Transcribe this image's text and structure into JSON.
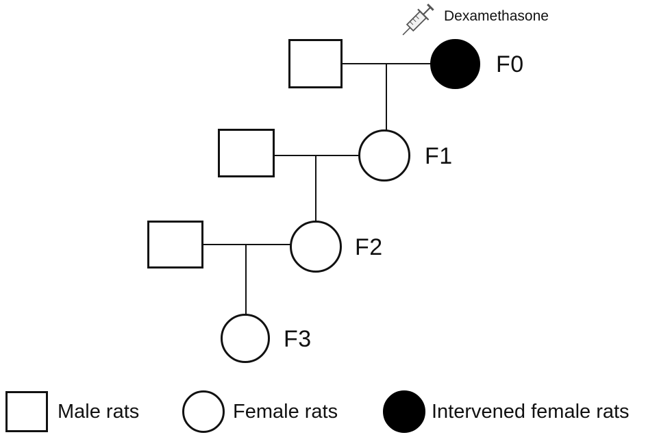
{
  "diagram": {
    "intervention_label": "Dexamethasone",
    "generations": [
      {
        "label": "F0",
        "male_present": true,
        "female_type": "intervened"
      },
      {
        "label": "F1",
        "male_present": true,
        "female_type": "open"
      },
      {
        "label": "F2",
        "male_present": true,
        "female_type": "open"
      },
      {
        "label": "F3",
        "male_present": false,
        "female_type": "open"
      }
    ]
  },
  "legend": {
    "items": [
      {
        "symbol": "open-square",
        "label": "Male rats"
      },
      {
        "symbol": "open-circle",
        "label": "Female rats"
      },
      {
        "symbol": "filled-circle",
        "label": "Intervened female rats"
      }
    ]
  },
  "colors": {
    "stroke": "#111111",
    "intervened_fill": "#000000",
    "background": "#ffffff"
  }
}
